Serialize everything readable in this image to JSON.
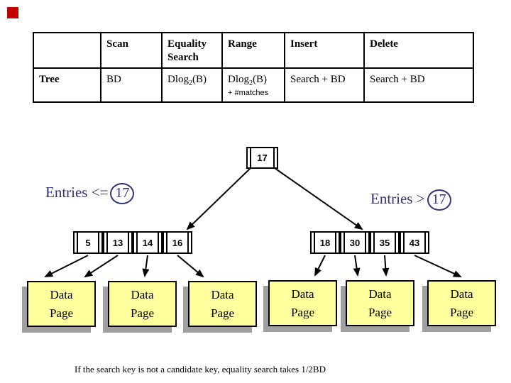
{
  "slide": {
    "caption": "If the search key is not a candidate key, equality search takes 1/2BD"
  },
  "table": {
    "headers": [
      "",
      "Scan",
      "Equality Search",
      "Range",
      "Insert",
      "Delete"
    ],
    "row": {
      "label": "Tree",
      "scan": "BD",
      "equality": {
        "base": "Dlog",
        "sub": "2",
        "rest": "(B)"
      },
      "range": {
        "base": "Dlog",
        "sub": "2",
        "rest": "(B)"
      },
      "range_note": "+ #matches",
      "insert": "Search + BD",
      "delete": "Search + BD"
    }
  },
  "tree": {
    "root_key": "17",
    "left_label_prefix": "Entries <=",
    "left_label_key": "17",
    "right_label_prefix": "Entries >",
    "right_label_key": "17",
    "left_leaf_keys": [
      "5",
      "13",
      "14",
      "16"
    ],
    "right_leaf_keys": [
      "18",
      "30",
      "35",
      "43"
    ],
    "data_page_line1": "Data",
    "data_page_line2": "Page"
  },
  "colors": {
    "accent_text": "#333377",
    "page_fill": "#ffff9e",
    "page_shadow": "#a0a0a0",
    "corner_square": "#c00000"
  }
}
